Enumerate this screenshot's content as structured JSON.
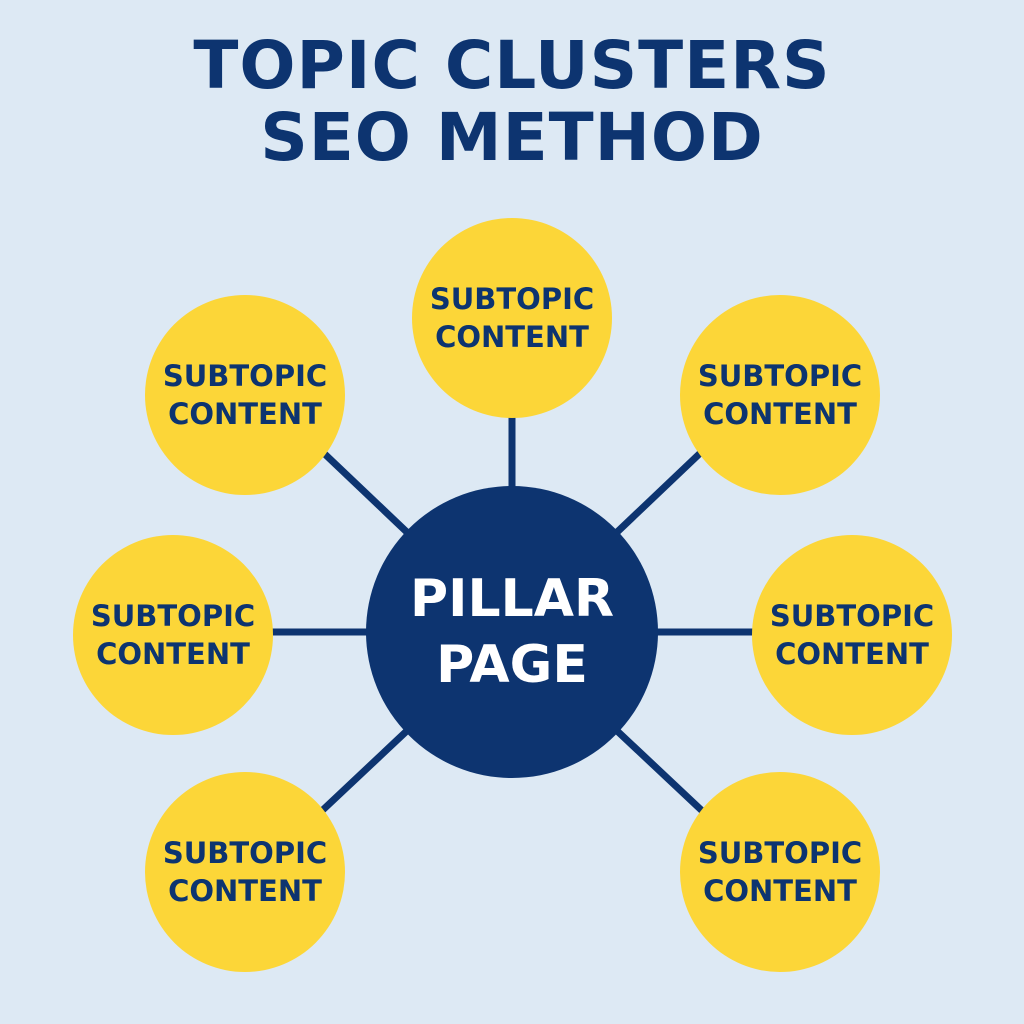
{
  "title": {
    "line1": "TOPIC CLUSTERS",
    "line2": "SEO METHOD"
  },
  "pillar": {
    "line1": "PILLAR",
    "line2": "PAGE"
  },
  "subtopics": [
    {
      "line1": "SUBTOPIC",
      "line2": "CONTENT"
    },
    {
      "line1": "SUBTOPIC",
      "line2": "CONTENT"
    },
    {
      "line1": "SUBTOPIC",
      "line2": "CONTENT"
    },
    {
      "line1": "SUBTOPIC",
      "line2": "CONTENT"
    },
    {
      "line1": "SUBTOPIC",
      "line2": "CONTENT"
    },
    {
      "line1": "SUBTOPIC",
      "line2": "CONTENT"
    },
    {
      "line1": "SUBTOPIC",
      "line2": "CONTENT"
    }
  ],
  "colors": {
    "background": "#dde9f4",
    "navy": "#0d3470",
    "yellow": "#fcd638",
    "white": "#ffffff"
  }
}
